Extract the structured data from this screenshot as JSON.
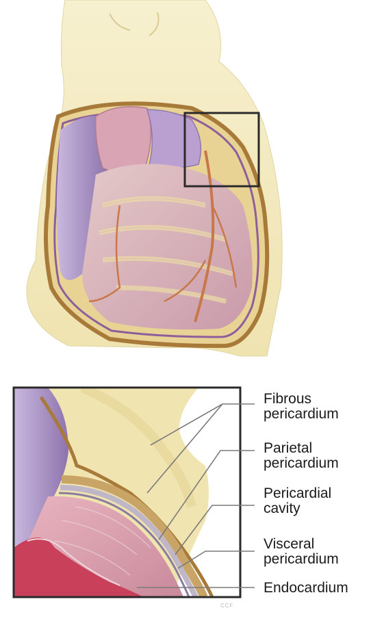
{
  "labels": {
    "fibrous_1": "Fibrous",
    "fibrous_2": "pericardium",
    "parietal_1": "Parietal",
    "parietal_2": "pericardium",
    "cavity_1": "Pericardial",
    "cavity_2": "cavity",
    "visceral_1": "Visceral",
    "visceral_2": "pericardium",
    "endocardium": "Endocardium"
  },
  "credit": "CCF",
  "colors": {
    "tissue": "#f1e7b8",
    "fat": "#ead9a0",
    "pericardium_outline": "#a87a3a",
    "cavity": "#bfb6c8",
    "myocardium": "#d8a2b0",
    "endocardium": "#c8405a",
    "vessel": "#c87848",
    "atrium": "#b9a6cf",
    "frame": "#2a2a2a"
  }
}
